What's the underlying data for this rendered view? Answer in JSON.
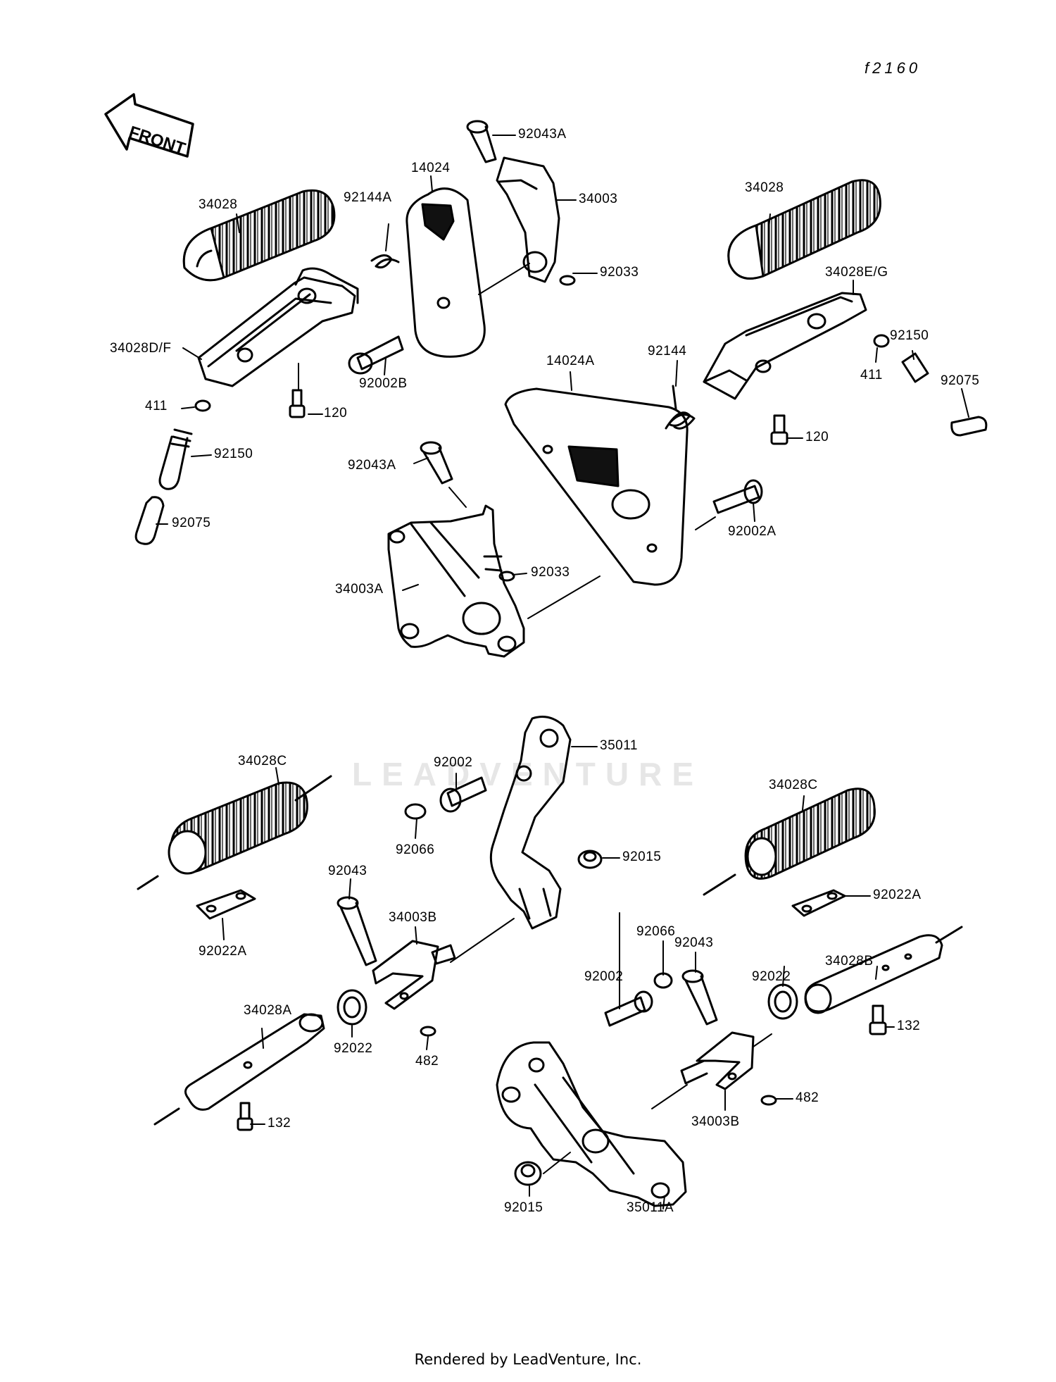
{
  "figure_code": "f2160",
  "front_label": "FRONT",
  "watermark": "LEADVENTURE",
  "footer": "Rendered by LeadVenture, Inc.",
  "parts": [
    {
      "id": "p-92043A-top",
      "text": "92043A"
    },
    {
      "id": "p-14024",
      "text": "14024"
    },
    {
      "id": "p-34003",
      "text": "34003"
    },
    {
      "id": "p-34028-left",
      "text": "34028"
    },
    {
      "id": "p-92144A",
      "text": "92144A"
    },
    {
      "id": "p-92033-top",
      "text": "92033"
    },
    {
      "id": "p-34028-right",
      "text": "34028"
    },
    {
      "id": "p-34028EG",
      "text": "34028E/G"
    },
    {
      "id": "p-34028DF",
      "text": "34028D/F"
    },
    {
      "id": "p-92002B",
      "text": "92002B"
    },
    {
      "id": "p-14024A",
      "text": "14024A"
    },
    {
      "id": "p-92144",
      "text": "92144"
    },
    {
      "id": "p-92150-right",
      "text": "92150"
    },
    {
      "id": "p-411-right",
      "text": "411"
    },
    {
      "id": "p-92075-right",
      "text": "92075"
    },
    {
      "id": "p-411-left",
      "text": "411"
    },
    {
      "id": "p-120-left",
      "text": "120"
    },
    {
      "id": "p-120-right",
      "text": "120"
    },
    {
      "id": "p-92150-left",
      "text": "92150"
    },
    {
      "id": "p-92043A-mid",
      "text": "92043A"
    },
    {
      "id": "p-92075-left",
      "text": "92075"
    },
    {
      "id": "p-92002A",
      "text": "92002A"
    },
    {
      "id": "p-92033-mid",
      "text": "92033"
    },
    {
      "id": "p-34003A",
      "text": "34003A"
    },
    {
      "id": "p-35011",
      "text": "35011"
    },
    {
      "id": "p-34028C-left",
      "text": "34028C"
    },
    {
      "id": "p-92002-top",
      "text": "92002"
    },
    {
      "id": "p-34028C-right",
      "text": "34028C"
    },
    {
      "id": "p-92066-left",
      "text": "92066"
    },
    {
      "id": "p-92015-top",
      "text": "92015"
    },
    {
      "id": "p-92043-left",
      "text": "92043"
    },
    {
      "id": "p-92022A-right",
      "text": "92022A"
    },
    {
      "id": "p-34003B-top",
      "text": "34003B"
    },
    {
      "id": "p-92022A-left",
      "text": "92022A"
    },
    {
      "id": "p-92066-right",
      "text": "92066"
    },
    {
      "id": "p-92043-right",
      "text": "92043"
    },
    {
      "id": "p-34028B",
      "text": "34028B"
    },
    {
      "id": "p-92002-bottom",
      "text": "92002"
    },
    {
      "id": "p-92022-right",
      "text": "92022"
    },
    {
      "id": "p-34028A",
      "text": "34028A"
    },
    {
      "id": "p-92022-left",
      "text": "92022"
    },
    {
      "id": "p-482-left",
      "text": "482"
    },
    {
      "id": "p-132-right",
      "text": "132"
    },
    {
      "id": "p-482-right",
      "text": "482"
    },
    {
      "id": "p-34003B-bottom",
      "text": "34003B"
    },
    {
      "id": "p-132-left",
      "text": "132"
    },
    {
      "id": "p-92015-bottom",
      "text": "92015"
    },
    {
      "id": "p-35011A",
      "text": "35011A"
    }
  ]
}
